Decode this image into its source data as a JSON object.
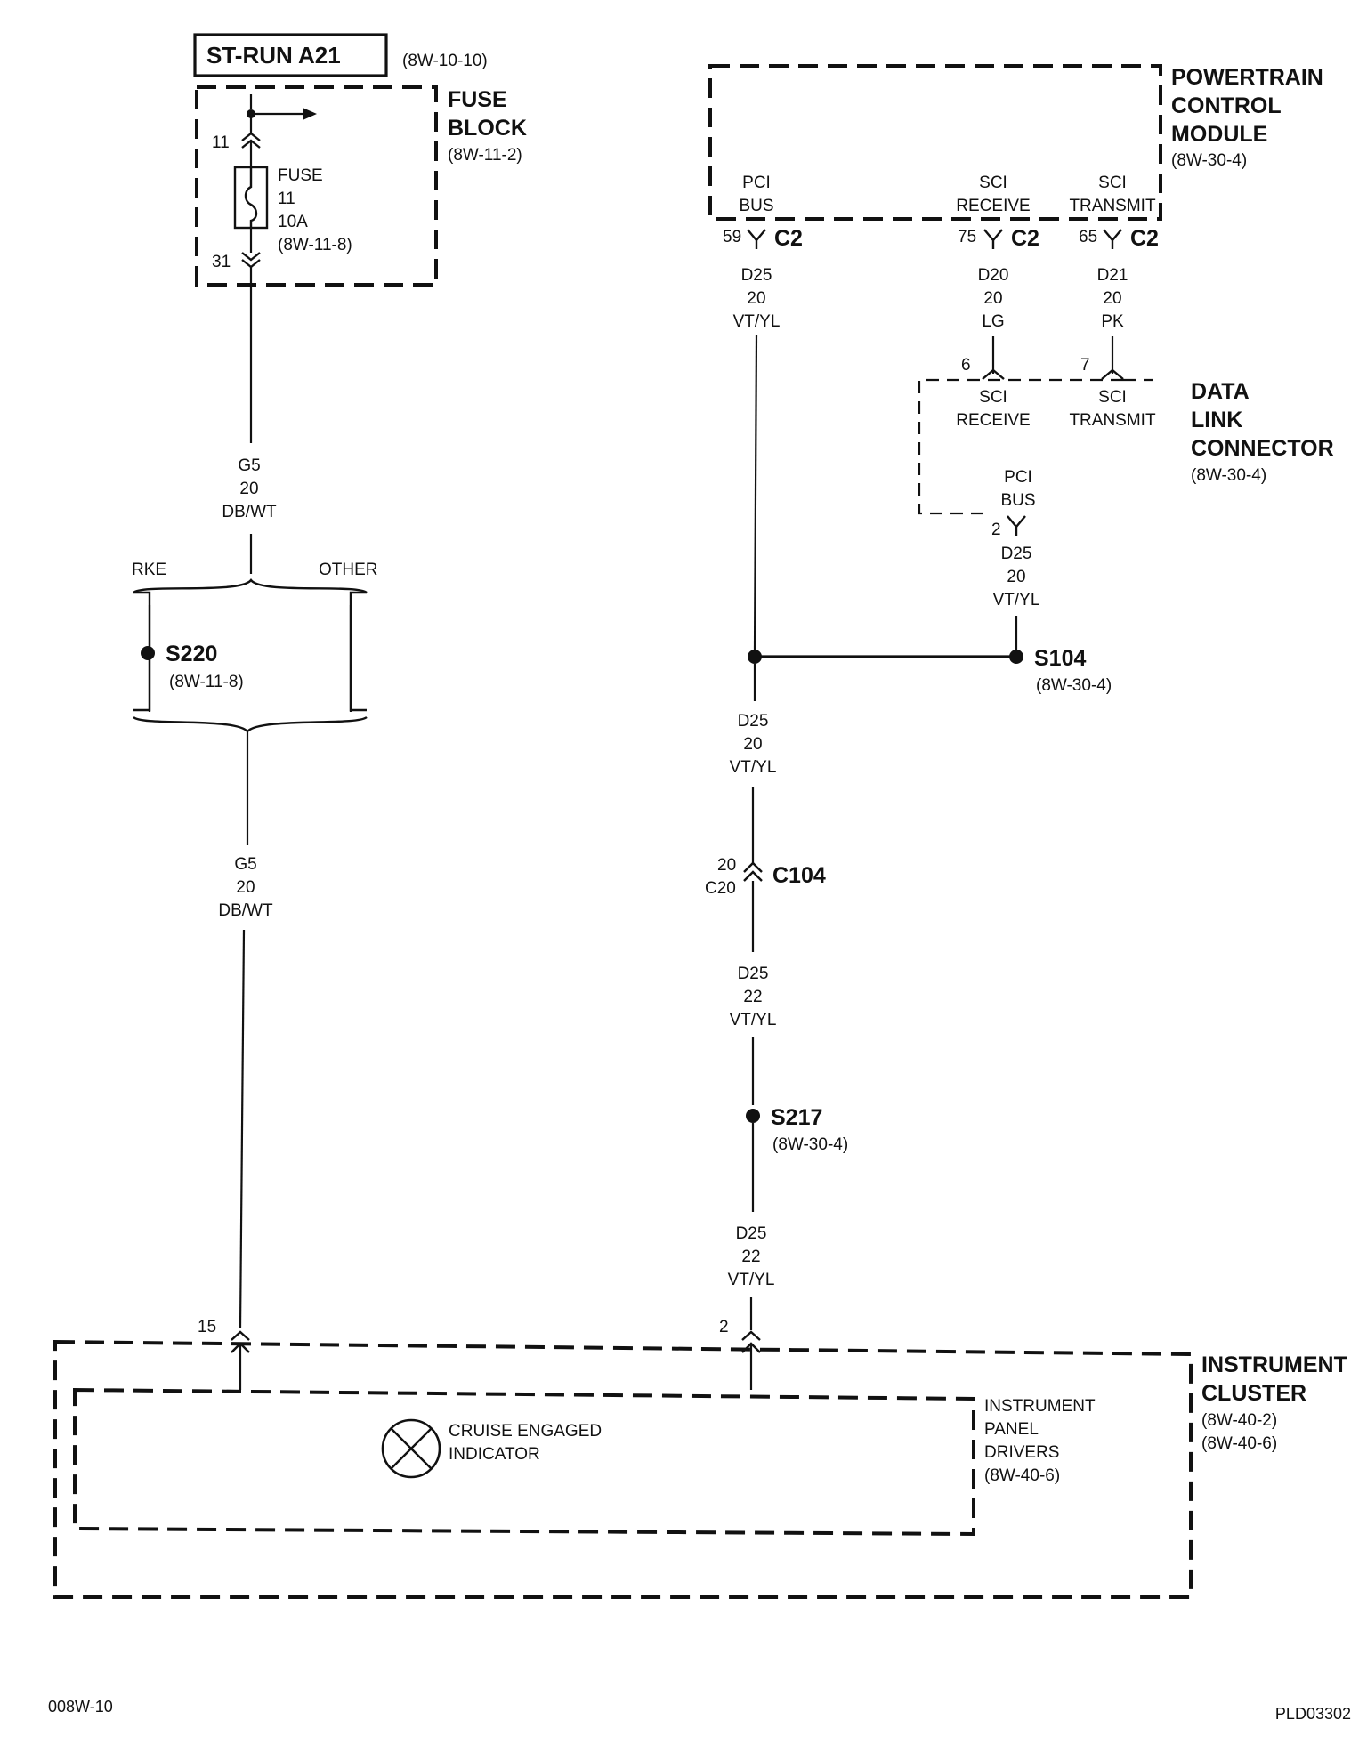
{
  "fuse_source": {
    "title": "ST-RUN A21",
    "ref": "(8W-10-10)"
  },
  "fuse_block": {
    "name_line1": "FUSE",
    "name_line2": "BLOCK",
    "ref": "(8W-11-2)",
    "pin_top": "11",
    "pin_bottom": "31",
    "fuse_label": "FUSE",
    "fuse_number": "11",
    "fuse_rating": "10A",
    "fuse_ref": "(8W-11-8)"
  },
  "pcm": {
    "name_line1": "POWERTRAIN",
    "name_line2": "CONTROL",
    "name_line3": "MODULE",
    "ref": "(8W-30-4)",
    "pci_bus_l1": "PCI",
    "pci_bus_l2": "BUS",
    "sci_receive_l1": "SCI",
    "sci_receive_l2": "RECEIVE",
    "sci_transmit_l1": "SCI",
    "sci_transmit_l2": "TRANSMIT",
    "pin_59": "59",
    "pin_75": "75",
    "pin_65": "65",
    "conn": "C2"
  },
  "wires": {
    "d25_pcm": [
      "D25",
      "20",
      "VT/YL"
    ],
    "d20": [
      "D20",
      "20",
      "LG"
    ],
    "d21": [
      "D21",
      "20",
      "PK"
    ],
    "d25_dlc": [
      "D25",
      "20",
      "VT/YL"
    ],
    "d25_mid": [
      "D25",
      "20",
      "VT/YL"
    ],
    "d25_c104": [
      "D25",
      "22",
      "VT/YL"
    ],
    "d25_low": [
      "D25",
      "22",
      "VT/YL"
    ],
    "g5_top": [
      "G5",
      "20",
      "DB/WT"
    ],
    "g5_low": [
      "G5",
      "20",
      "DB/WT"
    ]
  },
  "dlc": {
    "name_line1": "DATA",
    "name_line2": "LINK",
    "name_line3": "CONNECTOR",
    "ref": "(8W-30-4)",
    "pin_6": "6",
    "pin_7": "7",
    "pin_2": "2",
    "sci_receive_l1": "SCI",
    "sci_receive_l2": "RECEIVE",
    "sci_transmit_l1": "SCI",
    "sci_transmit_l2": "TRANSMIT",
    "pci_bus_l1": "PCI",
    "pci_bus_l2": "BUS"
  },
  "splices": {
    "s220": "S220",
    "s220_ref": "(8W-11-8)",
    "s104": "S104",
    "s104_ref": "(8W-30-4)",
    "s217": "S217",
    "s217_ref": "(8W-30-4)",
    "rke": "RKE",
    "other": "OTHER"
  },
  "c104": {
    "name": "C104",
    "pin_a": "20",
    "pin_b": "C20"
  },
  "cluster": {
    "name_line1": "INSTRUMENT",
    "name_line2": "CLUSTER",
    "ref1": "(8W-40-2)",
    "ref2": "(8W-40-6)",
    "pin_15": "15",
    "pin_2": "2",
    "indicator_l1": "CRUISE ENGAGED",
    "indicator_l2": "INDICATOR",
    "drivers_l1": "INSTRUMENT",
    "drivers_l2": "PANEL",
    "drivers_l3": "DRIVERS",
    "drivers_ref": "(8W-40-6)"
  },
  "footer": {
    "left": "008W-10",
    "right": "PLD03302"
  }
}
